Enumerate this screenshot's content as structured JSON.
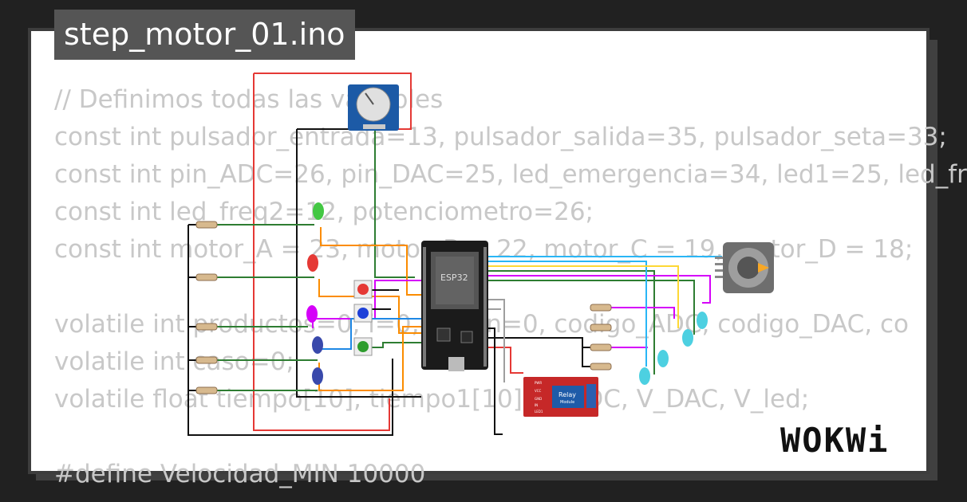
{
  "title": "step_motor_01.ino",
  "code_lines": [
    "// Definimos todas las variables",
    "const int pulsador_entrada=13, pulsador_salida=35, pulsador_seta=33;",
    "const int pin_ADC=26, pin_DAC=25, led_emergencia=34, led1=25, led_fr",
    "const int led_freq2=12, potenciometro=26;",
    "const int motor_A = 23, motor_B = 22, motor_C = 19, motor_D = 18;",
    "",
    "volatile int productos=0, i=0, j=0, n=0, codigo_ADC, codigo_DAC, co",
    "volatile int caso=0;",
    "volatile float tiempo[10], tiempo1[10], V_ADC, V_DAC, V_led;",
    "",
    "#define Velocidad_MIN 10000"
  ],
  "esp32_label": "ESP32",
  "relay": {
    "label": "Relay",
    "sub": "Module",
    "pins": [
      "PWR",
      "VCC",
      "GND",
      "IN",
      "LED1"
    ]
  },
  "logo": "WOKWi",
  "colors": {
    "background": "#212121",
    "card": "#ffffff",
    "code_text": "#c8c8c8",
    "title_bg": "#555555"
  }
}
